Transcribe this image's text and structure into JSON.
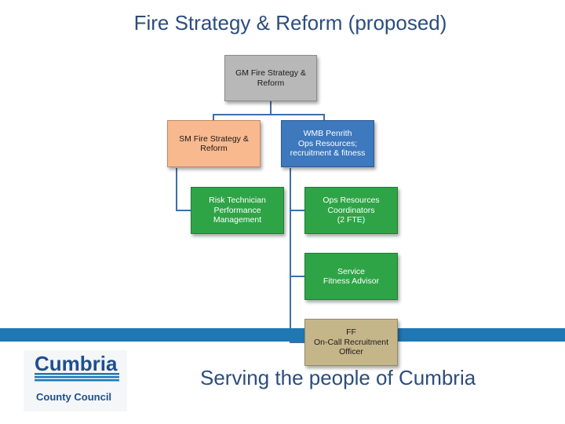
{
  "title": "Fire Strategy & Reform (proposed)",
  "nodes": {
    "gm": "GM Fire Strategy &\nReform",
    "sm": "SM Fire Strategy &\nReform",
    "wmb": "WMB Penrith\nOps Resources;\nrecruitment & fitness",
    "risk": "Risk Technician\nPerformance\nManagement",
    "ops_coord": "Ops Resources\nCoordinators\n(2 FTE)",
    "fitness": "Service\nFitness Advisor",
    "ff": "FF\nOn-Call Recruitment\nOfficer"
  },
  "footer": "Serving the people of Cumbria",
  "logo": {
    "name": "Cumbria",
    "sub": "County Council"
  },
  "colors": {
    "title": "#2b4d7e",
    "band": "#1f77b4",
    "gm_box": "#b8b8b8",
    "sm_box": "#f8b98e",
    "wmb_box": "#3e78bd",
    "green_box": "#2ea446",
    "ff_box": "#c5b68a"
  }
}
